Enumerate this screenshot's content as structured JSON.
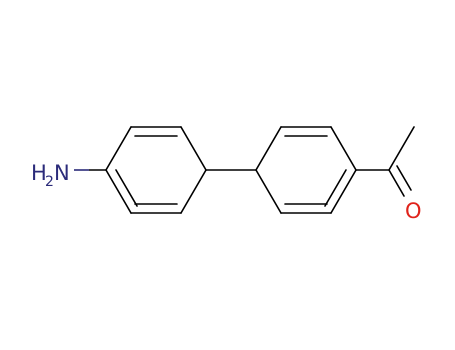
{
  "molecule": {
    "atoms": {
      "amine": {
        "h": "H",
        "h_count": "2",
        "n": "N"
      },
      "carbonyl_oxygen": {
        "symbol": "O"
      }
    }
  },
  "colors": {
    "bond": "#000000",
    "nitrogen": "#2b2b7a",
    "oxygen": "#e0231b"
  }
}
